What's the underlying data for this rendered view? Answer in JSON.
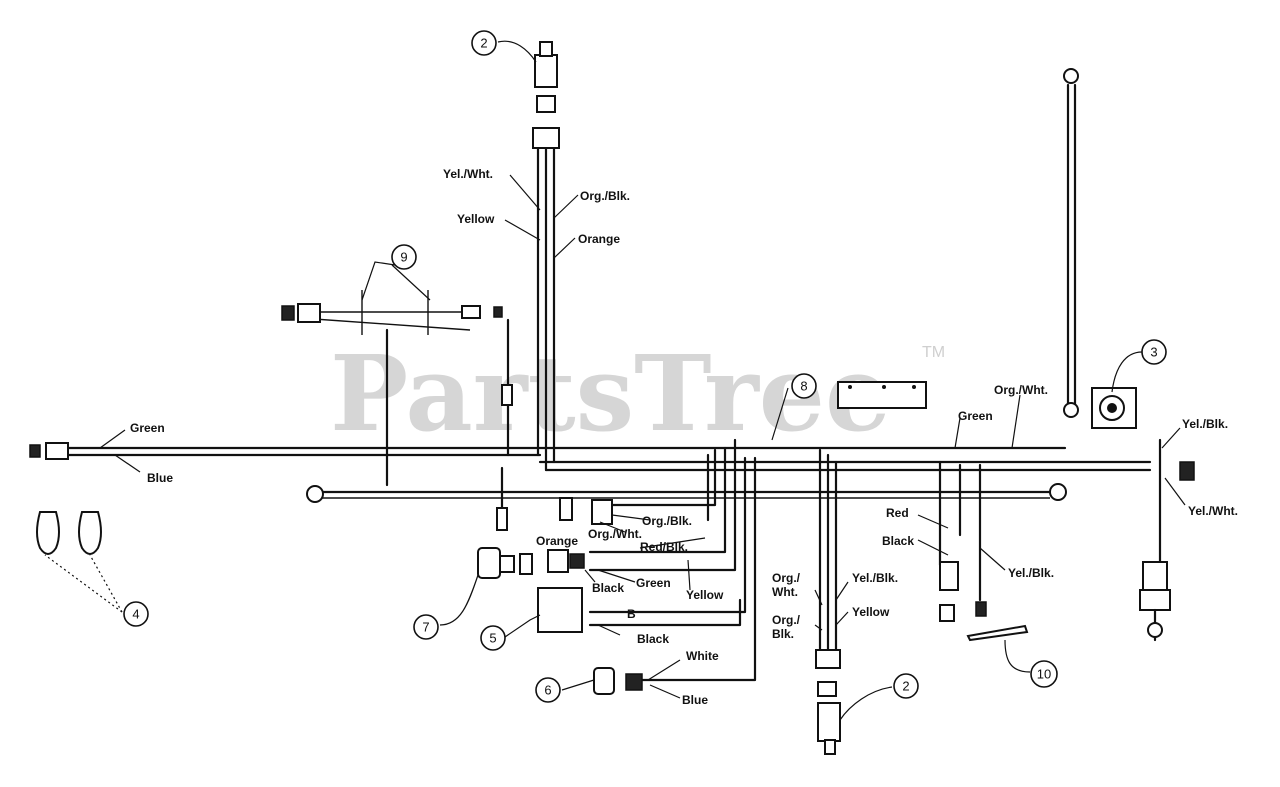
{
  "watermark": {
    "text": "PartsTree",
    "tm": "TM"
  },
  "labels": {
    "yel_wht_top": "Yel./Wht.",
    "org_blk_top": "Org./Blk.",
    "yellow_top": "Yellow",
    "orange_top": "Orange",
    "green_left": "Green",
    "blue_left": "Blue",
    "org_wht_right": "Org./Wht.",
    "green_right": "Green",
    "yel_blk_right": "Yel./Blk.",
    "yel_wht_right": "Yel./Wht.",
    "org_blk_mid": "Org./Blk.",
    "org_wht_mid": "Org./Wht.",
    "orange_mid": "Orange",
    "red_blk_mid": "Red/Blk.",
    "black_mid": "Black",
    "green_mid": "Green",
    "yellow_mid": "Yellow",
    "b_mark": "B",
    "black_low": "Black",
    "white_low": "White",
    "blue_low": "Blue",
    "org_wht_lower_1": "Org./",
    "org_wht_lower_2": "Wht.",
    "org_blk_lower_1": "Org./",
    "org_blk_lower_2": "Blk.",
    "yel_blk_lower": "Yel./Blk.",
    "yellow_lower": "Yellow",
    "red_right": "Red",
    "black_right": "Black",
    "yel_blk_right_low": "Yel./Blk."
  },
  "callouts": {
    "c2_top": "2",
    "c9": "9",
    "c8": "8",
    "c3": "3",
    "c4": "4",
    "c7": "7",
    "c5": "5",
    "c6": "6",
    "c2_bottom": "2",
    "c10": "10"
  }
}
